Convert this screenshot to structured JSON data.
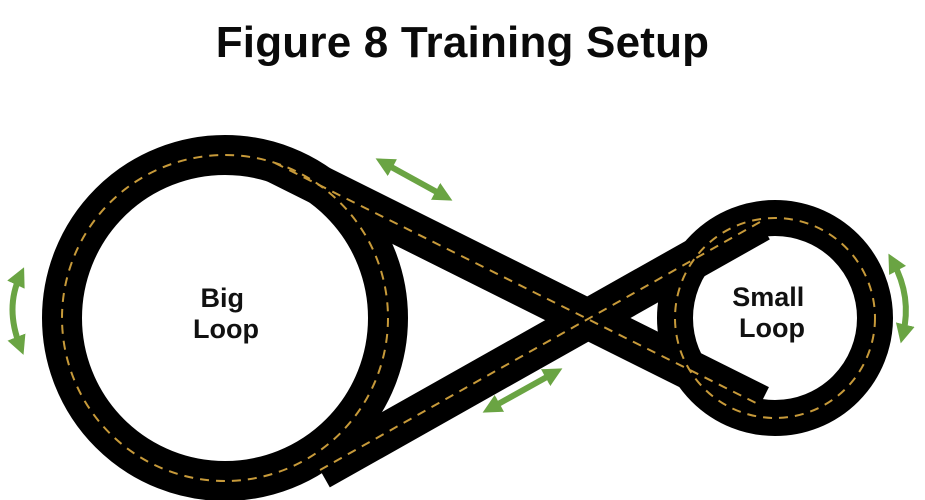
{
  "title": "Figure 8 Training Setup",
  "loops": {
    "big": {
      "line1": "Big",
      "line2": "Loop"
    },
    "small": {
      "line1": "Small",
      "line2": "Loop"
    }
  },
  "colors": {
    "road": "#000000",
    "lane_dash": "#c79a3a",
    "arrow": "#6aa443",
    "background": "#ffffff"
  },
  "icons": [
    "double-arrow-icon"
  ]
}
